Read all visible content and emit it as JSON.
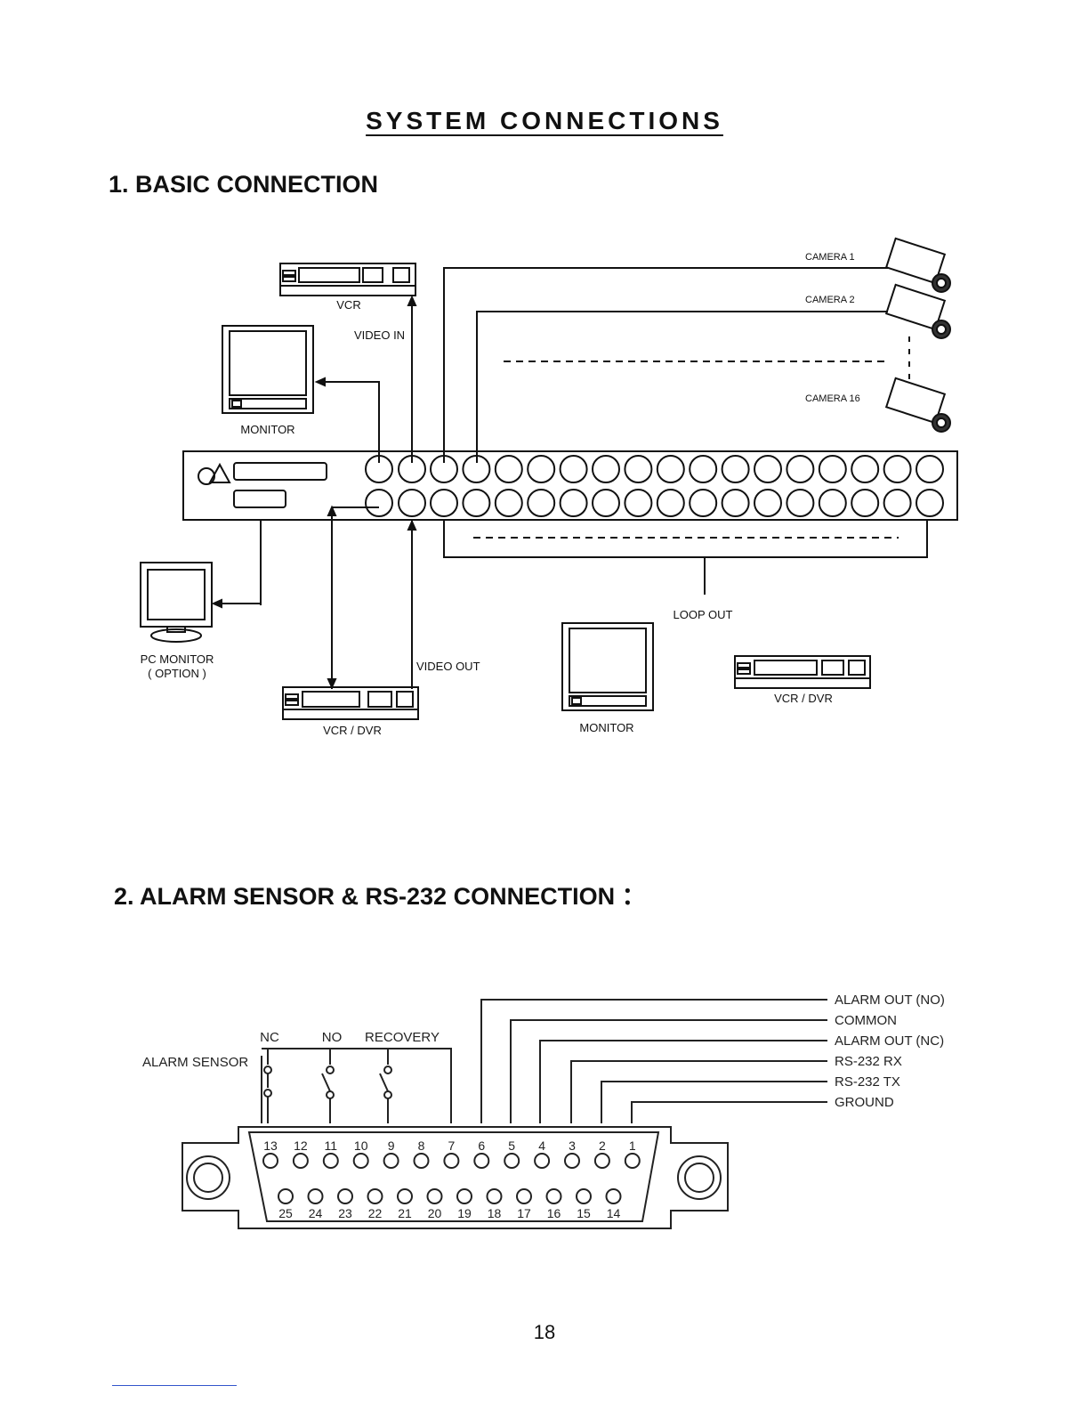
{
  "page": {
    "title": "SYSTEM CONNECTIONS",
    "page_number": "18"
  },
  "basic": {
    "heading": "1. BASIC CONNECTION",
    "labels": {
      "vcr": "VCR",
      "video_in": "VIDEO IN",
      "monitor_top": "MONITOR",
      "camera1": "CAMERA 1",
      "camera2": "CAMERA 2",
      "camera16": "CAMERA 16",
      "pc_monitor": "PC MONITOR",
      "option": "( OPTION )",
      "loop_out": "LOOP OUT",
      "video_out": "VIDEO OUT",
      "vcr_dvr_left": "VCR / DVR",
      "monitor_bottom": "MONITOR",
      "vcr_dvr_right": "VCR / DVR"
    }
  },
  "alarm": {
    "heading": "2. ALARM SENSOR & RS-232 CONNECTION ：",
    "sensor_label": "ALARM SENSOR",
    "switch_labels": {
      "nc": "NC",
      "no": "NO",
      "recovery": "RECOVERY"
    },
    "signals": [
      "ALARM OUT (NO)",
      "COMMON",
      "ALARM OUT (NC)",
      "RS-232 RX",
      "RS-232 TX",
      "GROUND"
    ],
    "pins_top": [
      "13",
      "12",
      "11",
      "10",
      "9",
      "8",
      "7",
      "6",
      "5",
      "4",
      "3",
      "2",
      "1"
    ],
    "pins_bottom": [
      "25",
      "24",
      "23",
      "22",
      "21",
      "20",
      "19",
      "18",
      "17",
      "16",
      "15",
      "14"
    ]
  }
}
